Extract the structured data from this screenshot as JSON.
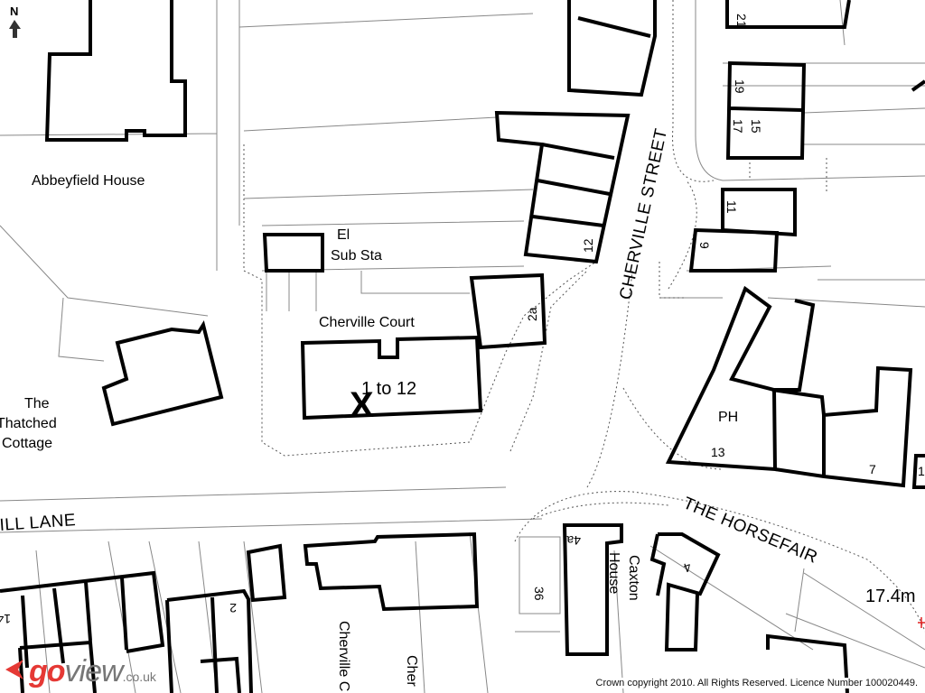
{
  "north_arrow": {
    "label": "N"
  },
  "labels": {
    "abbeyfield": "Abbeyfield House",
    "el": "El",
    "sub_sta": "Sub Sta",
    "cherville_court": "Cherville Court",
    "units": "1 to 12",
    "thatched_1": "The",
    "thatched_2": "Thatched",
    "thatched_3": "Cottage",
    "ph": "PH",
    "caxton_1": "Caxton",
    "caxton_2": "House",
    "cherville_c": "Cherville C",
    "cher": "Cher",
    "height": "17.4m"
  },
  "roads": {
    "mill_lane": "ILL LANE",
    "cherville_street": "CHERVILLE STREET",
    "horsefair": "THE HORSEFAIR"
  },
  "numbers": {
    "n21": "21",
    "n19": "19",
    "n17": "17",
    "n15": "15",
    "n11": "11",
    "n9": "9",
    "n12": "12",
    "n2a": "2a",
    "n13": "13",
    "n7": "7",
    "n1": "1",
    "n4a": "4a",
    "n36": "36",
    "n4": "4",
    "n2": "2",
    "n14": "14"
  },
  "marker": {
    "symbol": "X",
    "color": "#e02020"
  },
  "logo": {
    "go": "go",
    "view": "view",
    "tld": ".co.uk",
    "color": "#e53935"
  },
  "copyright": "Crown copyright 2010. All Rights Reserved. Licence Number 100020449."
}
